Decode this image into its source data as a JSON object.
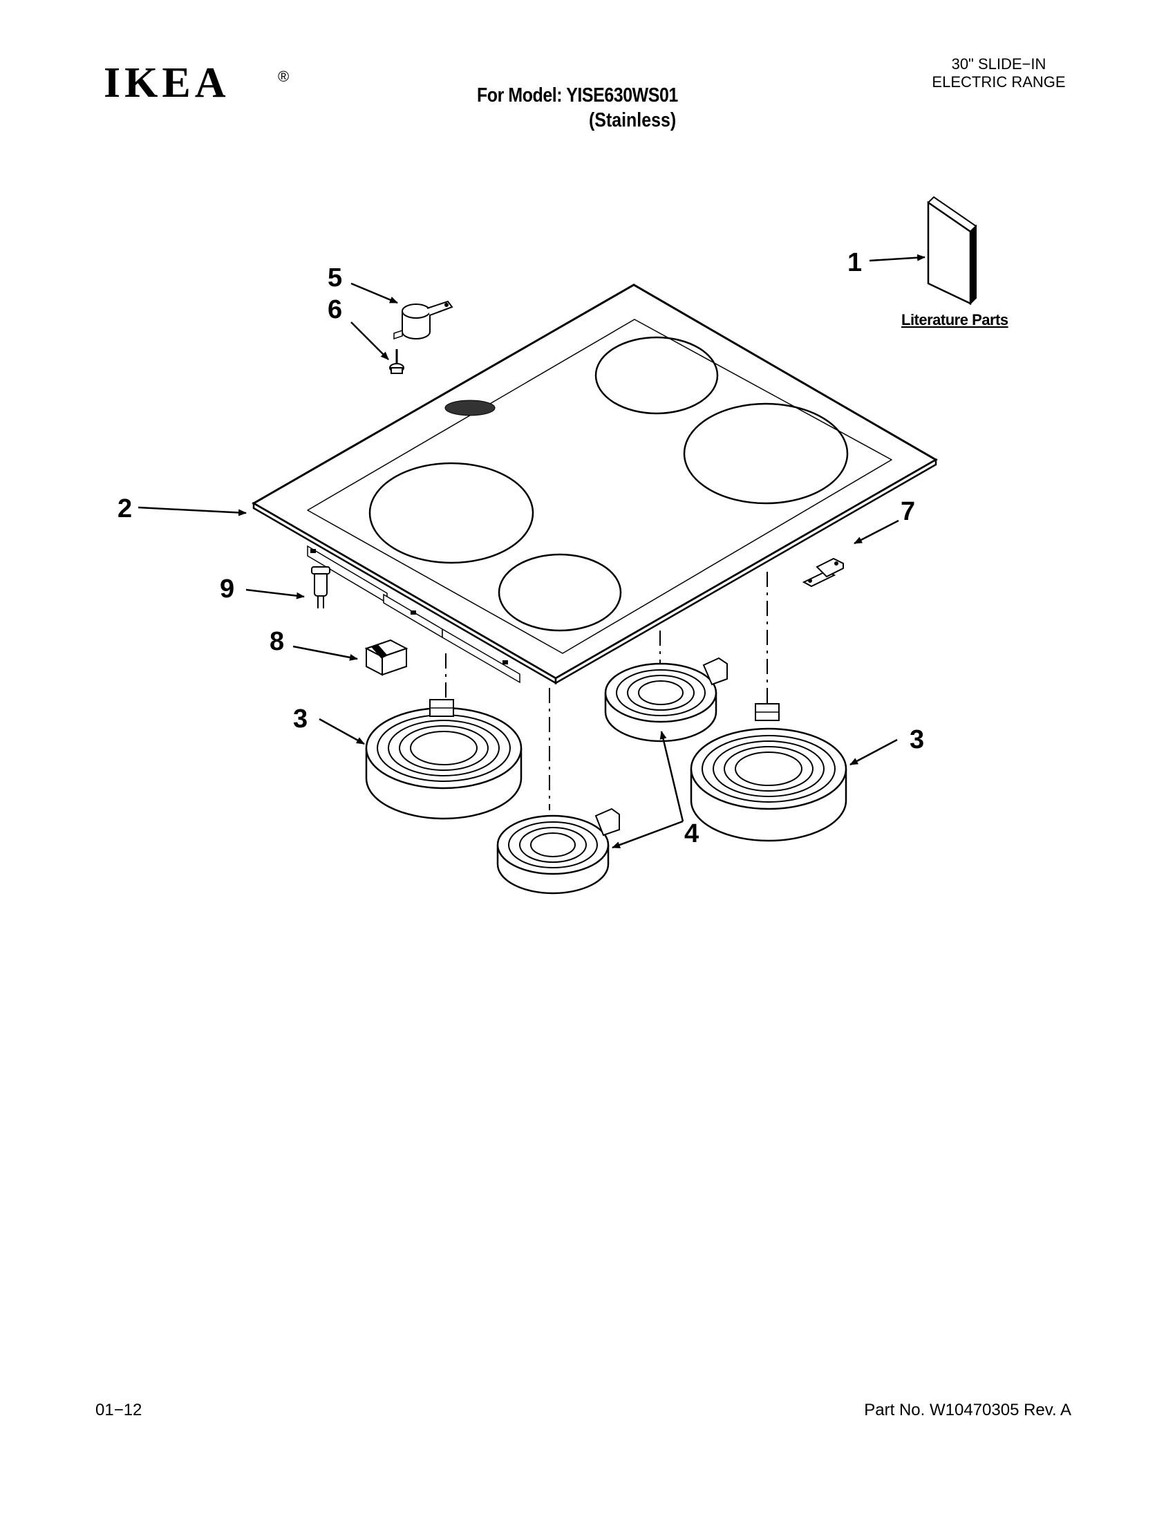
{
  "header": {
    "brand": "IKEA",
    "registered_mark": "®",
    "model_line": "For Model: YISE630WS01",
    "variant_line": "(Stainless)",
    "category_line1": "30\" SLIDE−IN",
    "category_line2": "ELECTRIC RANGE"
  },
  "diagram": {
    "literature_label": "Literature Parts",
    "callouts": {
      "c1": "1",
      "c2": "2",
      "c3a": "3",
      "c3b": "3",
      "c4": "4",
      "c5": "5",
      "c6": "6",
      "c7": "7",
      "c8": "8",
      "c9": "9"
    }
  },
  "footer": {
    "date": "01−12",
    "part_number": "Part No. W10470305 Rev. A"
  }
}
